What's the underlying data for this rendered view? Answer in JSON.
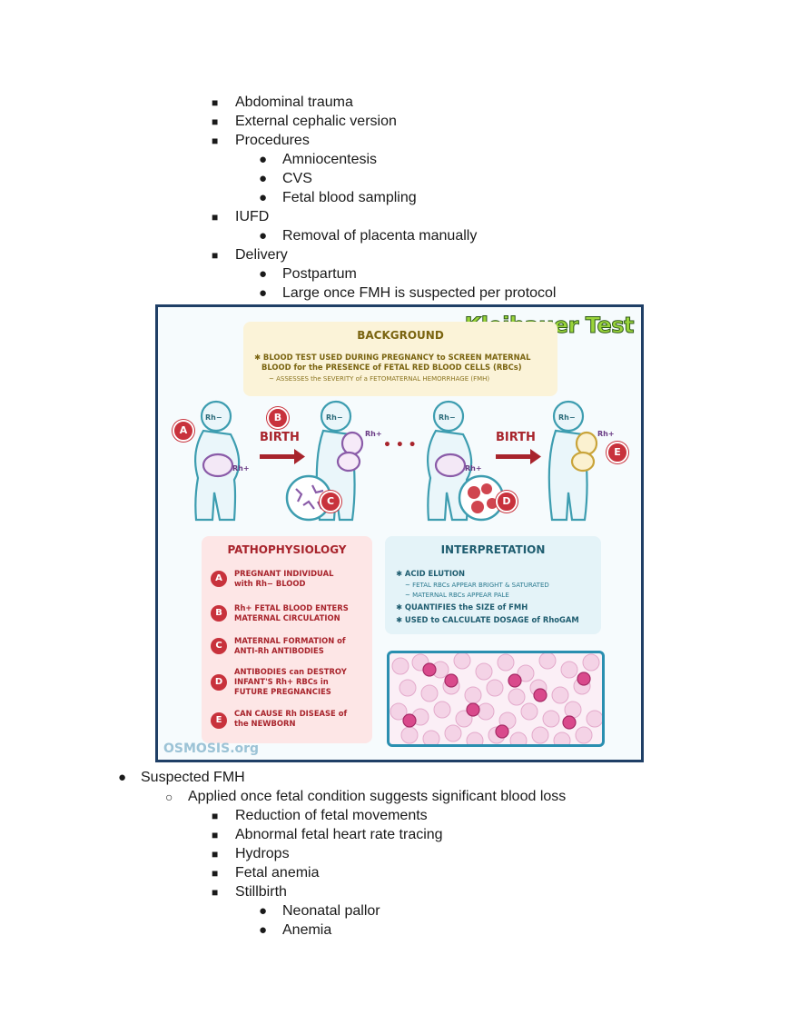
{
  "top_list": [
    {
      "marker": "■",
      "text": "Abdominal trauma"
    },
    {
      "marker": "■",
      "text": "External cephalic version"
    },
    {
      "marker": "■",
      "text": "Procedures"
    },
    {
      "marker": "●",
      "text": "Amniocentesis"
    },
    {
      "marker": "●",
      "text": "CVS"
    },
    {
      "marker": "●",
      "text": "Fetal blood sampling"
    },
    {
      "marker": "■",
      "text": "IUFD"
    },
    {
      "marker": "●",
      "text": "Removal of placenta manually"
    },
    {
      "marker": "■",
      "text": "Delivery"
    },
    {
      "marker": "●",
      "text": "Postpartum"
    },
    {
      "marker": "●",
      "text": "Large once FMH is suspected per protocol"
    }
  ],
  "infographic": {
    "title": "Kleihauer Test",
    "background": {
      "heading": "BACKGROUND",
      "line1": "✱ BLOOD TEST USED DURING PREGNANCY to SCREEN MATERNAL",
      "line2": "BLOOD for the PRESENCE of FETAL RED BLOOD CELLS (RBCs)",
      "line3": "~ ASSESSES the SEVERITY of a FETOMATERNAL HEMORRHAGE (FMH)"
    },
    "illustration": {
      "rh_neg": "Rh−",
      "rh_pos": "Rh+",
      "birth": "BIRTH",
      "dots": "• • •"
    },
    "pathophysiology": {
      "heading": "PATHOPHYSIOLOGY",
      "items": [
        {
          "letter": "A",
          "line1": "PREGNANT INDIVIDUAL",
          "line2": "with Rh− BLOOD",
          "line3": ""
        },
        {
          "letter": "B",
          "line1": "Rh+ FETAL BLOOD ENTERS",
          "line2": "MATERNAL CIRCULATION",
          "line3": ""
        },
        {
          "letter": "C",
          "line1": "MATERNAL FORMATION of",
          "line2": "ANTI-Rh ANTIBODIES",
          "line3": ""
        },
        {
          "letter": "D",
          "line1": "ANTIBODIES can DESTROY",
          "line2": "INFANT'S Rh+ RBCs in",
          "line3": "FUTURE PREGNANCIES"
        },
        {
          "letter": "E",
          "line1": "CAN CAUSE Rh DISEASE of",
          "line2": "the NEWBORN",
          "line3": ""
        }
      ]
    },
    "interpretation": {
      "heading": "INTERPRETATION",
      "l1": "✱ ACID ELUTION",
      "l2": "~ FETAL RBCs APPEAR BRIGHT & SATURATED",
      "l3": "~ MATERNAL RBCs APPEAR PALE",
      "l4": "✱ QUANTIFIES the SIZE of FMH",
      "l5": "✱ USED to CALCULATE DOSAGE of RhoGAM"
    },
    "logo": "OSMOSIS.org",
    "colors": {
      "accent_red": "#c8323c",
      "frame": "#1f3f66",
      "title_green": "#9ad43a"
    }
  },
  "bottom_list": [
    {
      "marker": "●",
      "text": "Suspected FMH"
    },
    {
      "marker": "○",
      "text": "Applied once fetal condition suggests significant blood loss"
    },
    {
      "marker": "■",
      "text": "Reduction of fetal movements"
    },
    {
      "marker": "■",
      "text": "Abnormal fetal heart rate tracing"
    },
    {
      "marker": "■",
      "text": "Hydrops"
    },
    {
      "marker": "■",
      "text": "Fetal anemia"
    },
    {
      "marker": "■",
      "text": "Stillbirth"
    },
    {
      "marker": "●",
      "text": "Neonatal pallor"
    },
    {
      "marker": "●",
      "text": "Anemia"
    }
  ]
}
